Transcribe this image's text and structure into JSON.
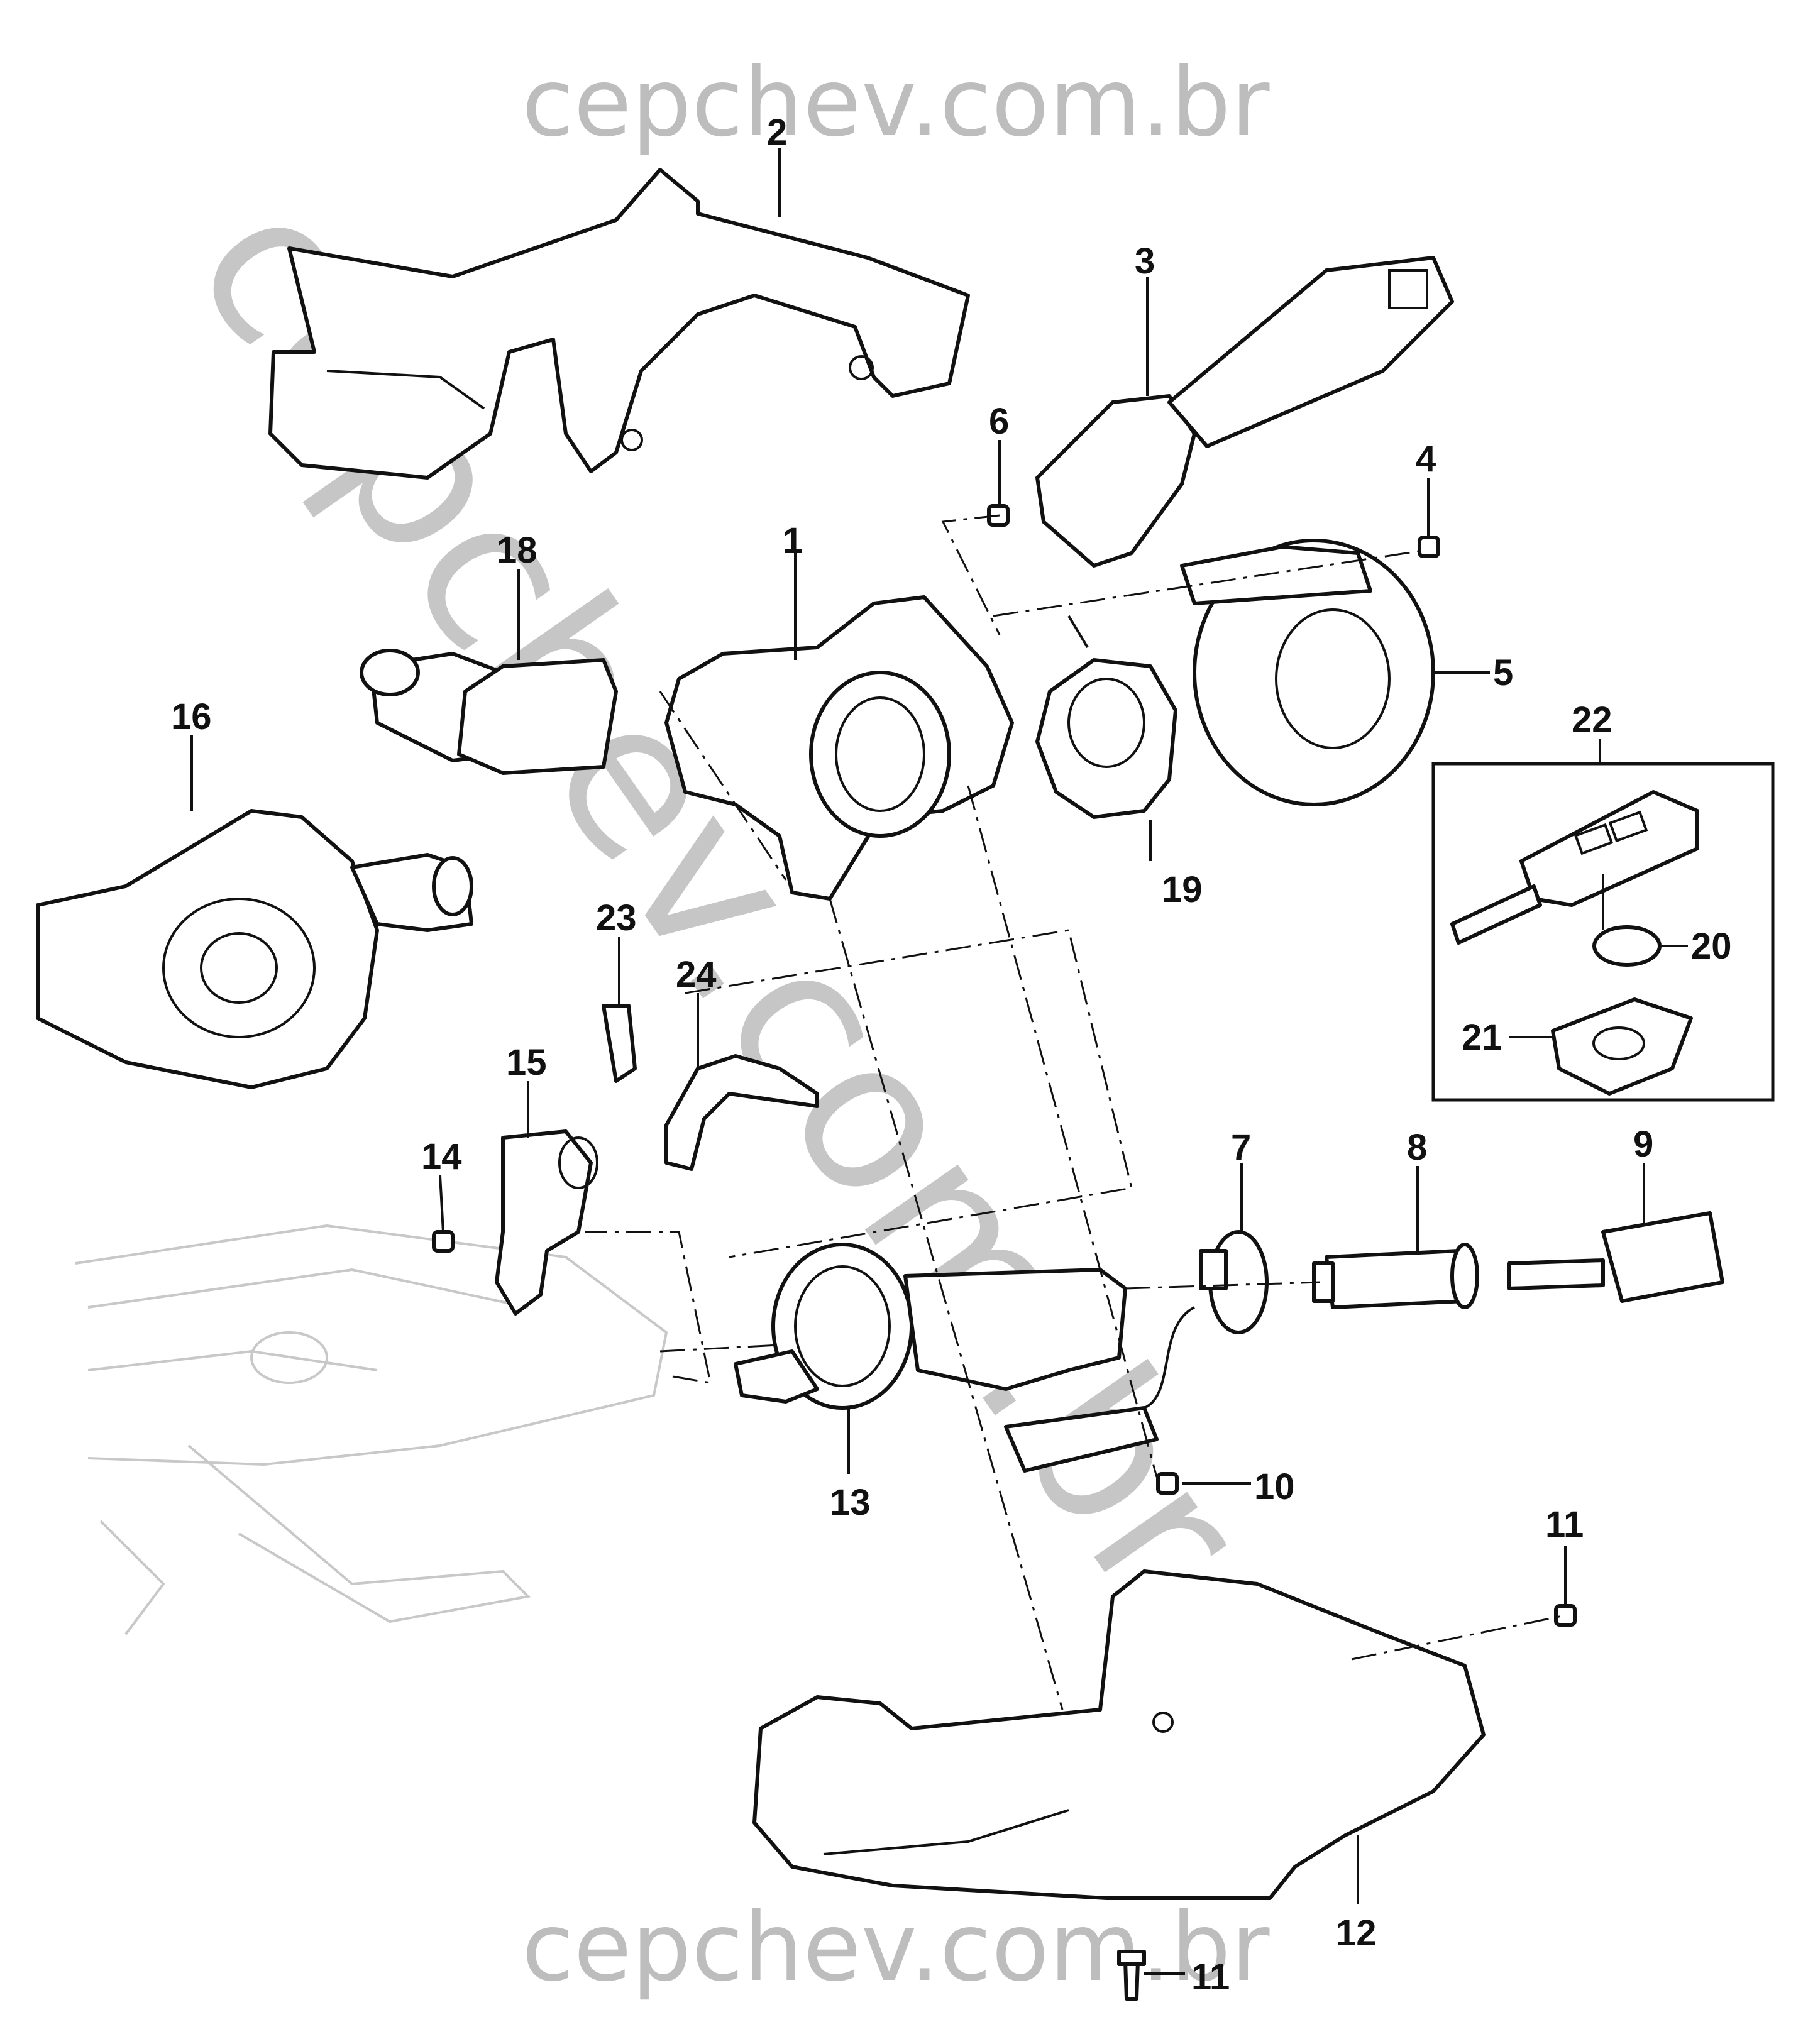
{
  "watermarks": {
    "top": "cepchev.com.br",
    "bottom": "cepchev.com.br",
    "diagonal": "cepchev.com.br"
  },
  "callouts": {
    "c1": "1",
    "c2": "2",
    "c3": "3",
    "c4": "4",
    "c5": "5",
    "c6": "6",
    "c7": "7",
    "c8": "8",
    "c9": "9",
    "c10": "10",
    "c11a": "11",
    "c11b": "11",
    "c12": "12",
    "c13": "13",
    "c14": "14",
    "c15": "15",
    "c16": "16",
    "c18": "18",
    "c19": "19",
    "c20": "20",
    "c21": "21",
    "c22": "22",
    "c23": "23",
    "c24": "24"
  }
}
